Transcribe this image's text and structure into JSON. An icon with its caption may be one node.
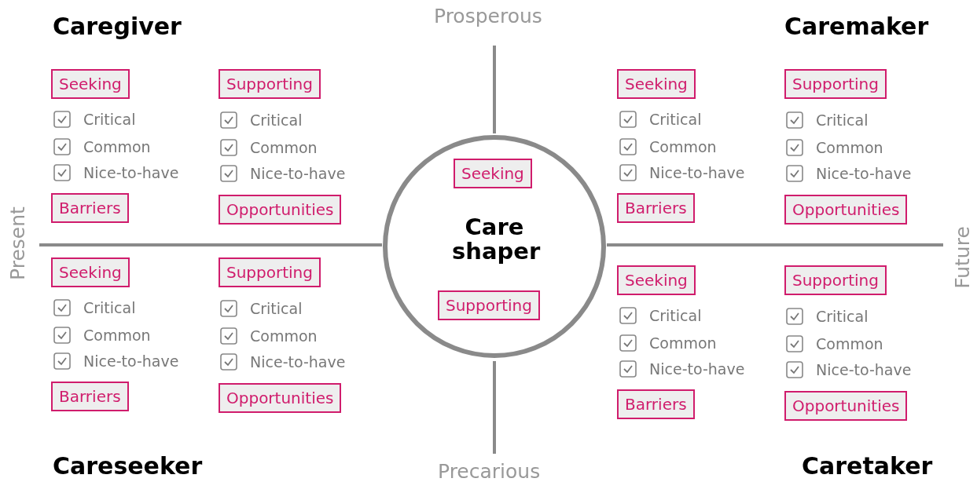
{
  "diagram": {
    "nodes": [
      {
        "text": [
          "Seeking"
        ]
      },
      {
        "text": [
          "Supporting"
        ]
      },
      {
        "text": [
          "Barriers"
        ]
      },
      {
        "text": [
          "Opportunities"
        ]
      },
      {
        "text": [
          "Seeking"
        ]
      },
      {
        "text": [
          "Supporting"
        ]
      },
      {
        "text": [
          "Barriers"
        ]
      },
      {
        "text": [
          "Opportunities"
        ]
      },
      {
        "text": [
          "Care shaper"
        ]
      },
      {
        "text": [
          "Seeking"
        ],
        "in": 8
      },
      {
        "text": [
          "Supporting"
        ],
        "in": 8
      },
      {
        "text": [
          "Seeking"
        ]
      },
      {
        "text": [
          "Supporting"
        ]
      },
      {
        "text": [
          "Barriers"
        ]
      },
      {
        "text": [
          "Opportunities"
        ]
      },
      {
        "text": [
          "Seeking"
        ]
      },
      {
        "text": [
          "Supporting"
        ]
      },
      {
        "text": [
          "Barriers"
        ]
      },
      {
        "text": [
          "Opportunities"
        ]
      }
    ],
    "edges": [],
    "labels": [
      "Prosperous",
      "Caregiver",
      "Caremaker",
      "Critical",
      "Common",
      "Nice-to-have",
      "Critical",
      "Common",
      "Nice-to-have",
      "Critical",
      "Common",
      "Nice-to-have",
      "Critical",
      "Common",
      "Nice-to-have",
      "Present",
      "Future",
      "Critical",
      "Common",
      "Nice-to-have",
      "Critical",
      "Common",
      "Nice-to-have",
      "Critical",
      "Common",
      "Nice-to-have",
      "Critical",
      "Common",
      "Nice-to-have",
      "Careseeker",
      "Precarious",
      "Caretaker"
    ]
  }
}
